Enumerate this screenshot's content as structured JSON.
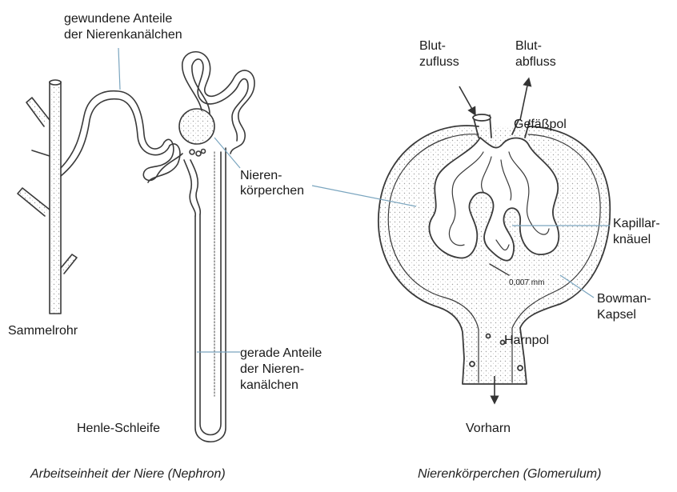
{
  "nephron": {
    "label_convoluted_1": "gewundene Anteile",
    "label_convoluted_2": "der Nierenkanälchen",
    "label_collecting_duct": "Sammelrohr",
    "label_corpuscle_1": "Nieren-",
    "label_corpuscle_2": "körperchen",
    "label_straight_1": "gerade Anteile",
    "label_straight_2": "der Nieren-",
    "label_straight_3": "kanälchen",
    "label_henle": "Henle-Schleife",
    "caption": "Arbeitseinheit der Niere (Nephron)"
  },
  "glomerulum": {
    "label_inflow_1": "Blut-",
    "label_inflow_2": "zufluss",
    "label_outflow_1": "Blut-",
    "label_outflow_2": "abfluss",
    "label_vascular_pole": "Gefäßpol",
    "label_capillary_1": "Kapillar-",
    "label_capillary_2": "knäuel",
    "label_scale": "0,007 mm",
    "label_bowman_1": "Bowman-",
    "label_bowman_2": "Kapsel",
    "label_urinary_pole": "Harnpol",
    "label_primary_urine": "Vorharn",
    "caption": "Nierenkörperchen (Glomerulum)"
  },
  "colors": {
    "line": "#3a3a3a",
    "stipple": "#9a9a9a",
    "pointer": "#8fb3c8"
  }
}
